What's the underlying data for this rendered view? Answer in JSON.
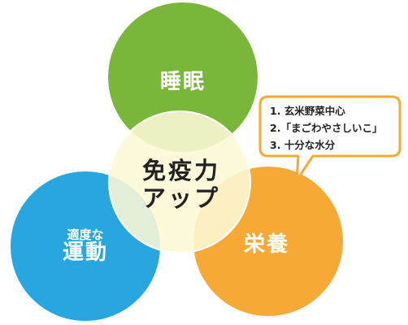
{
  "circles": {
    "sleep": {
      "label": "睡眠",
      "color": "#7ab63a"
    },
    "exercise": {
      "label_small": "適度な",
      "label_large": "運動",
      "color": "#28a6e0"
    },
    "nutrition": {
      "label": "栄養",
      "color": "#f7a936"
    },
    "center": {
      "line1": "免疫力",
      "line2": "アップ",
      "color": "#fdf8d6"
    }
  },
  "callout": {
    "border_color": "#f7a936",
    "items": [
      "1. 玄米野菜中心",
      "2.「まごわやさしいこ」",
      "3. 十分な水分"
    ]
  }
}
